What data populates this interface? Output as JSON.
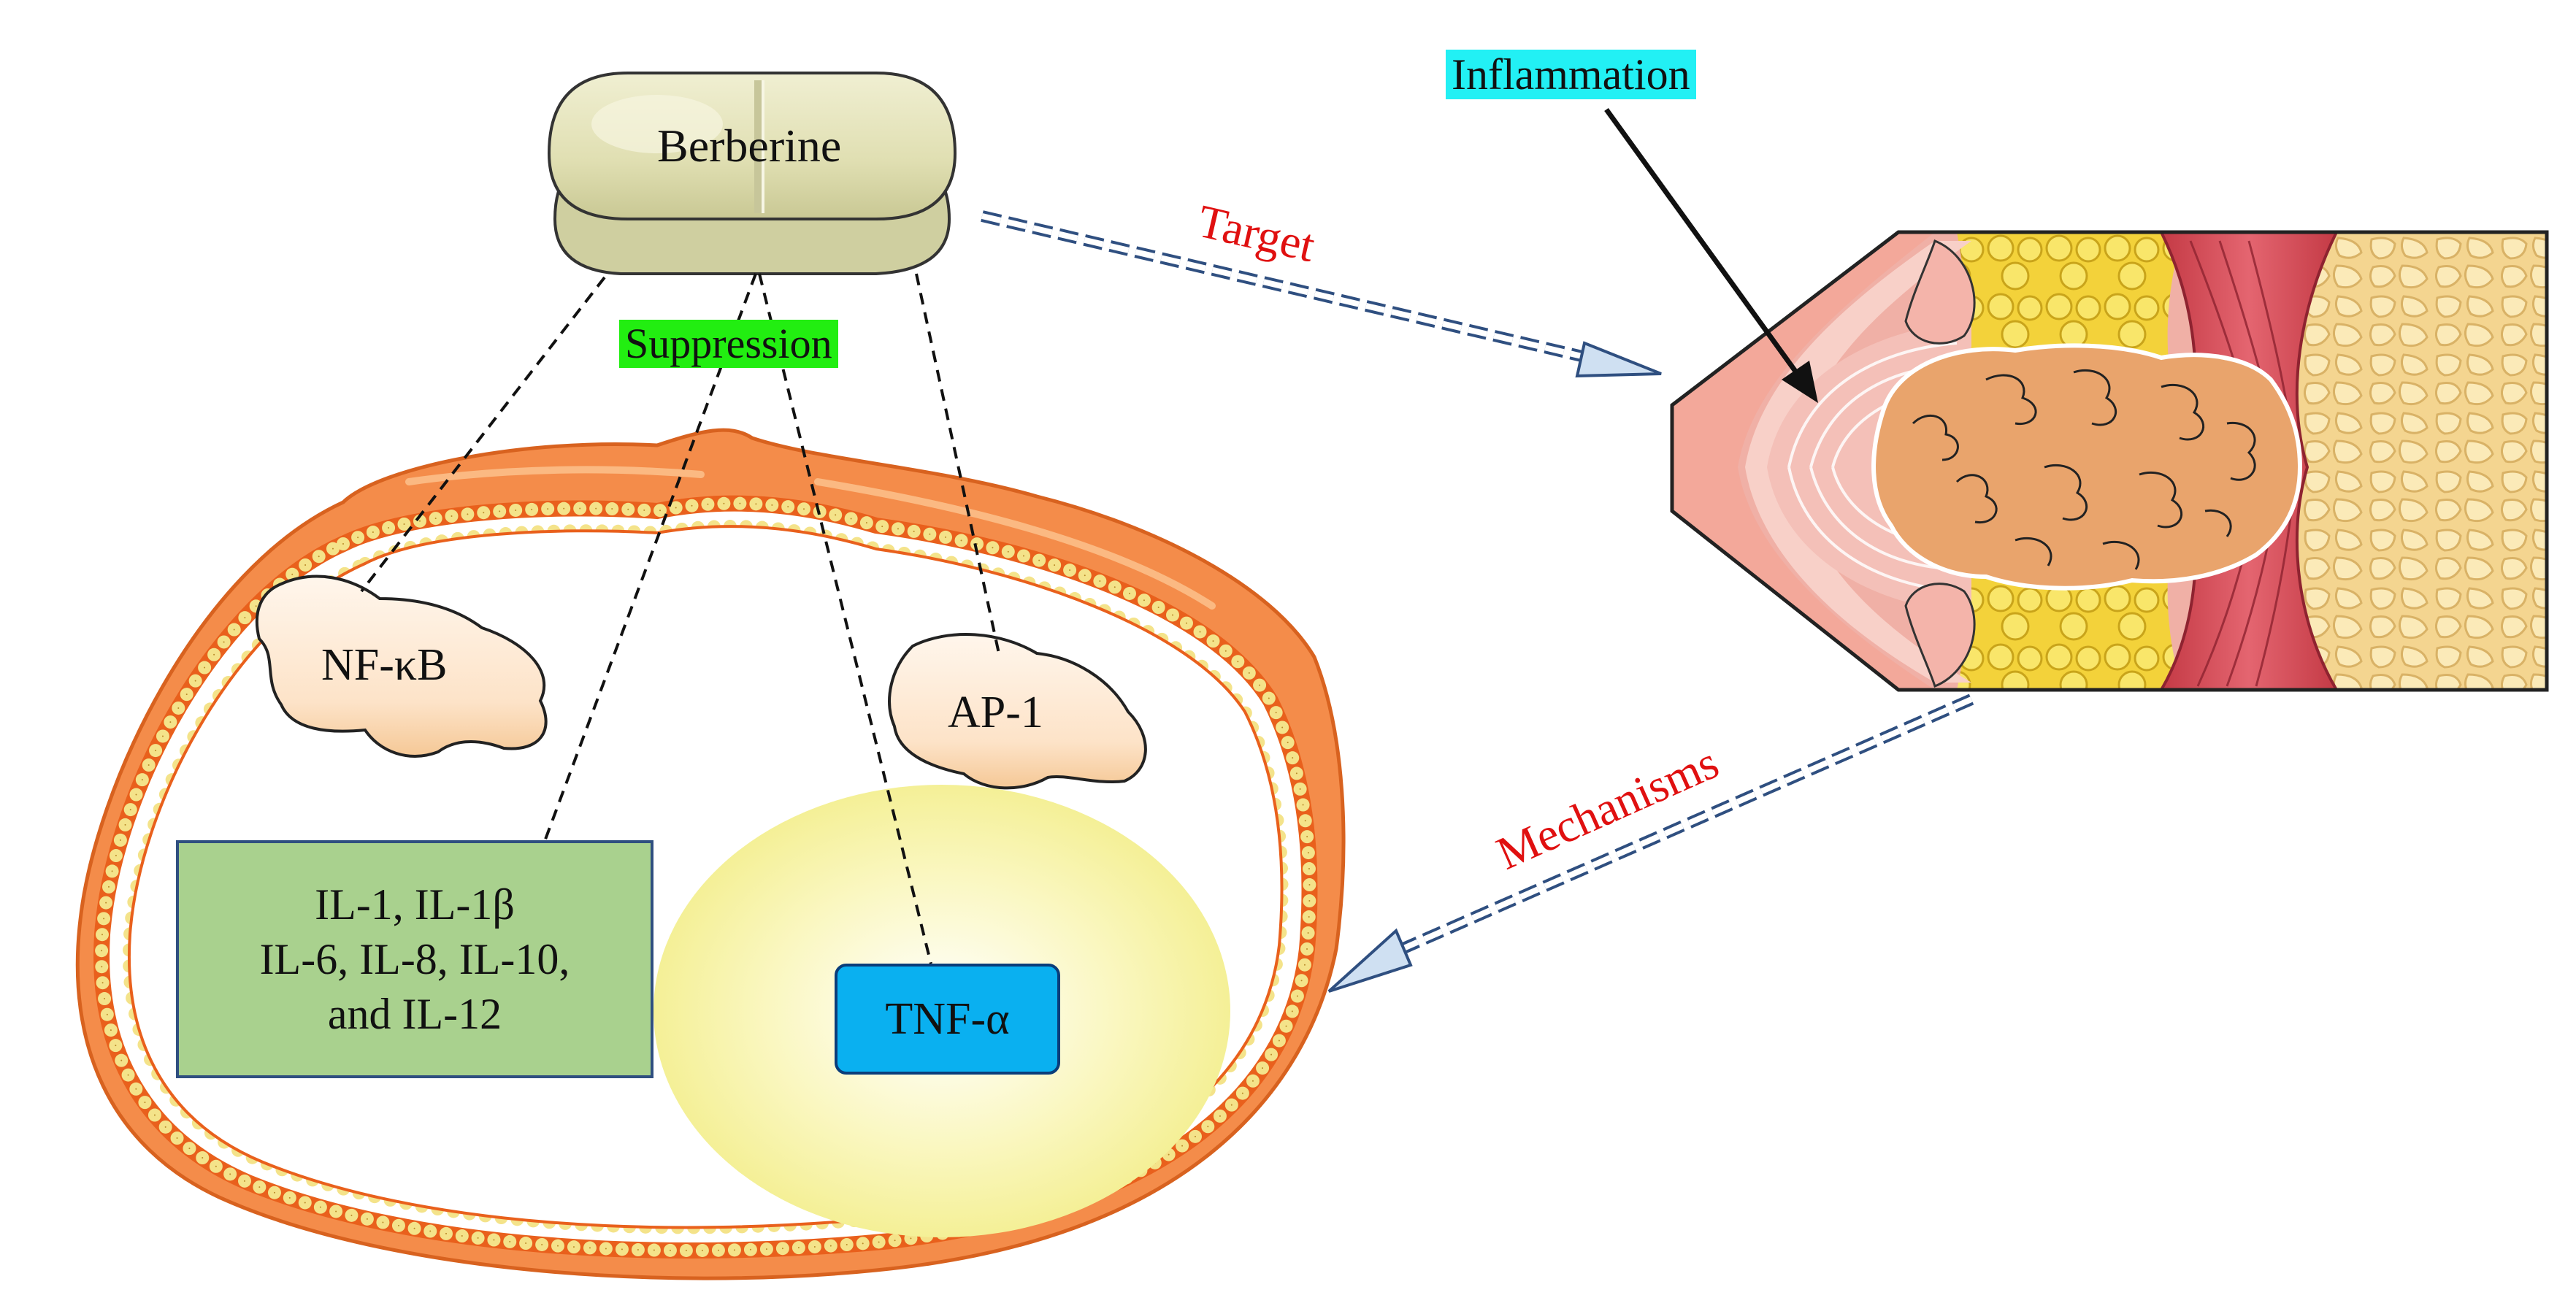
{
  "drug": {
    "label": "Berberine"
  },
  "tags": {
    "inflammation": "Inflammation",
    "suppression": "Suppression"
  },
  "arrows": {
    "target": "Target",
    "mechanisms": "Mechanisms"
  },
  "factors": {
    "nfkb": "NF-κB",
    "ap1": "AP-1",
    "tnfa": "TNF-α",
    "interleukins": [
      "IL-1, IL-1β",
      "IL-6, IL-8, IL-10,",
      "and IL-12"
    ]
  },
  "colors": {
    "inflammation_tag": "#22f0f4",
    "suppression_tag": "#22ee11",
    "interleukin_box": "#a9d18e",
    "tnf_box": "#0ab0f0",
    "arrow_label": "#e01010",
    "cell_membrane": "#f0884a",
    "nucleus": "#f6f4a0"
  }
}
